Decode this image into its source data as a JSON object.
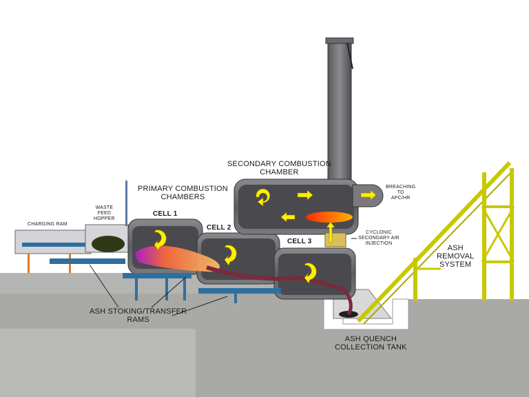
{
  "labels": {
    "secondary_chamber": [
      "SECONDARY COMBUSTION",
      "CHAMBER"
    ],
    "primary_chambers": [
      "PRIMARY COMBUSTION",
      "CHAMBERS"
    ],
    "charging_ram": "CHARGING RAM",
    "waste_feed_hopper": [
      "WASTE",
      "FEED",
      "HOPPER"
    ],
    "cell_1": "CELL  1",
    "cell_2": "CELL  2",
    "cell_3": "CELL  3",
    "breaching": [
      "BREACHING",
      "TO",
      "APC/HR"
    ],
    "cyclonic_air": [
      "CYCLONIC",
      "SECONDARY AIR",
      "INJECTION"
    ],
    "ash_removal": [
      "ASH",
      "REMOVAL",
      "SYSTEM"
    ],
    "ash_stoking": [
      "ASH STOKING/TRANSFER",
      "RAMS"
    ],
    "ash_quench": [
      "ASH QUENCH",
      "COLLECTION TANK"
    ]
  },
  "colors": {
    "ground": "#a9a9a7",
    "chamber": "#6e6e72",
    "chamber_inner": "#4a4a4e",
    "steel_frame": "#c8c800",
    "flow_arrow": "#ffee00",
    "ram_blue": "#2f6f9f",
    "flame": "#ff8a3a",
    "ash_trail": "#7a2a3a"
  }
}
